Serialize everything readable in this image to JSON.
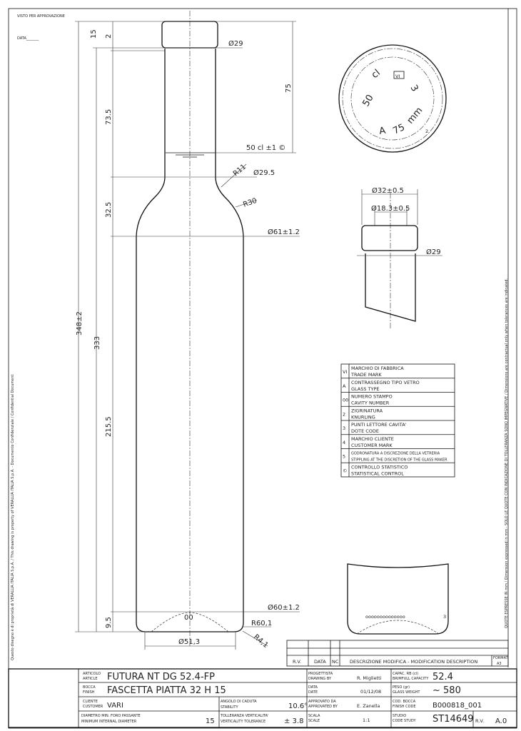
{
  "header": {
    "approval": "VISTO PER APPROVAZIONE",
    "date_label": "DATA_______"
  },
  "side_left": "Questo disegno è di proprietà di VERALLIA ITALIA S.p.A. / This drawing is property of VERALLIA ITALIA S.p.A. - Documento Confidenziale / Confidential Document",
  "side_right": "QUOTE ESPRESSE IN mm / Dimension expressed in mm - SOLO LE QUOTE CON INDICAZIONE DI TOLLERANZA SONO IMPEGNATIVE / Dimensions are contractual only when tolerances are indicated.",
  "dims": {
    "total_height": "348±2",
    "body_height": "333",
    "finish_h": "15",
    "d2": "2",
    "neck_h": "73.5",
    "shoulder_h": "32.5",
    "body_h": "215.5",
    "base_h": "9.5",
    "fill_h": "75",
    "fill_level": "50 cl ±1 ©",
    "d_neck_top": "Ø29",
    "r11": "R11",
    "d_neck": "Ø29.5",
    "r30": "R30",
    "d_body": "Ø61±1.2",
    "d_base": "Ø60±1.2",
    "r60": "R60,1",
    "r4": "R4,1",
    "d_bottom": "Ø51,3",
    "base_marks": "00",
    "base_num": "3"
  },
  "top_view": {
    "t1": "50",
    "t2": "cl",
    "t3": "VI",
    "t4": "3",
    "t5": "A",
    "t6": "75",
    "t7": "mm",
    "t8": "2"
  },
  "finish_detail": {
    "outer": "Ø32±0.5",
    "inner": "Ø18.3±0.5",
    "neck": "Ø29"
  },
  "legend": [
    {
      "sym": "VI",
      "it": "MARCHIO DI FABBRICA",
      "en": "TRADE MARK"
    },
    {
      "sym": "A",
      "it": "CONTRASSEGNO TIPO VETRO",
      "en": "GLASS TYPE"
    },
    {
      "sym": "00",
      "it": "NUMERO STAMPO",
      "en": "CAVITY NUMBER"
    },
    {
      "sym": "2",
      "it": "ZIGRINATURA",
      "en": "KNURLING"
    },
    {
      "sym": "3",
      "it": "PUNTI LETTORE CAVITA'",
      "en": "DOTE CODE"
    },
    {
      "sym": "4",
      "it": "MARCHIO CLIENTE",
      "en": "CUSTOMER MARK"
    },
    {
      "sym": "5",
      "it": "GODRONATURA A DISCREZIONE DELLA VETRERIA",
      "en": "STIPPLING AT THE DISCRETION OF THE GLASS MAKER"
    },
    {
      "sym": "©",
      "it": "CONTROLLO STATISTICO",
      "en": "STATISTICAL CONTROL"
    }
  ],
  "revision": {
    "rv": "R.V.",
    "data": "DATA",
    "nc": "NC",
    "desc": "DESCRIZIONE MODIFICA - MODIFICATION DESCRIPTION",
    "format_label": "FORMAT",
    "format": "A3"
  },
  "title_block": {
    "article_label1": "ARTICOLO",
    "article_label2": "ARTICLE",
    "article": "FUTURA NT DG 52.4-FP",
    "finish_label1": "BOCCA",
    "finish_label2": "FINISH",
    "finish": "FASCETTA PIATTA 32 H 15",
    "customer_label1": "CLIENTE",
    "customer_label2": "CUSTOMER",
    "customer": "VARI",
    "mindiam_label1": "DIAMETRO MIN. FORO PASSANTE",
    "mindiam_label2": "MINIMUM INTERNAL DIAMETER",
    "mindiam": "15",
    "stab_label1": "ANGOLO DI CADUTA",
    "stab_label2": "STABILITY",
    "stability": "10.6°",
    "vert_label1": "TOLLERANZA VERTICALITA'",
    "vert_label2": "VERTICALITY TOLERANCE",
    "verticality": "± 3.8",
    "drawn_label1": "PROGETTISTA",
    "drawn_label2": "DRAWING BY",
    "drawn_by": "R. Miglietti",
    "date_label1": "DATA",
    "date_label2": "DATE",
    "date": "01/12/08",
    "appr_label1": "APPROVATO DA",
    "appr_label2": "APPROVATED BY",
    "approved_by": "E. Zanella",
    "scale_label1": "SCALA",
    "scale_label2": "SCALE",
    "scale": "1:1",
    "cap_label1": "CAPAC. RB (cl)",
    "cap_label2": "BRIMFULL CAPACITY",
    "capacity": "52.4",
    "weight_label1": "PESO (gr)",
    "weight_label2": "GLASS WEIGHT",
    "weight": "~ 580",
    "code_label1": "COD. BOCCA",
    "code_label2": "FINISH CODE",
    "finish_code": "B000818_001",
    "study_label1": "STUDIO",
    "study_label2": "CODE STUDY",
    "study": "ST14649",
    "rv_label": "R.V.",
    "rv": "A.0"
  }
}
